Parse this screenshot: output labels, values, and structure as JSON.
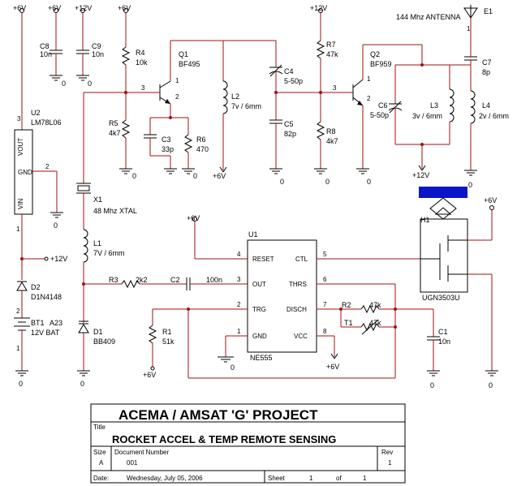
{
  "labels": {
    "supply_6v": "+6V",
    "supply_12v": "+12V",
    "gnd": "0",
    "c8": "C8",
    "c8_val": "10n",
    "c9": "C9",
    "c9_val": "10n",
    "r4": "R4",
    "r4_val": "10k",
    "r5": "R5",
    "r5_val": "4k7",
    "c3": "C3",
    "c3_val": "33p",
    "r6": "R6",
    "r6_val": "470",
    "q1": "Q1",
    "q1_val": "BF495",
    "l2": "L2",
    "l2_val": "7v / 6mm",
    "c4": "C4",
    "c4_val": "5-50p",
    "c5": "C5",
    "c5_val": "82p",
    "r7": "R7",
    "r7_val": "47k",
    "r8": "R8",
    "r8_val": "4k7",
    "q2": "Q2",
    "q2_val": "BF959",
    "c6": "C6",
    "c6_val": "5-50p",
    "l3": "L3",
    "l3_val": "3v / 6mm",
    "e1": "E1",
    "antenna": "144 Mhz ANTENNA",
    "c7": "C7",
    "c7_val": "8p",
    "l4": "L4",
    "l4_val": "2v / 6mm",
    "u2": "U2",
    "u2_val": "LM78L06",
    "u2_vout": "VOUT",
    "u2_gnd": "GND",
    "u2_vin": "VIN",
    "x1": "X1",
    "x1_val": "48 Mhz XTAL",
    "l1": "L1",
    "l1_val": "7V / 6mm",
    "d2": "D2",
    "d2_val": "D1N4148",
    "bt1": "BT1",
    "bt1_val": "A23",
    "bt1_desc": "12V BAT",
    "d1": "D1",
    "d1_val": "BB409",
    "r3": "R3",
    "r3_val": "2k2",
    "c2": "C2",
    "c2_val": "100n",
    "r1": "R1",
    "r1_val": "51k",
    "u1": "U1",
    "u1_val": "NE555",
    "u1_reset": "RESET",
    "u1_out": "OUT",
    "u1_trg": "TRG",
    "u1_gnd": "GND",
    "u1_ctl": "CTL",
    "u1_thrs": "THRS",
    "u1_disch": "DISCH",
    "u1_vcc": "VCC",
    "r2": "R2",
    "r2_val": "47k",
    "t1": "T1",
    "t1_val": "47k",
    "c1": "C1",
    "c1_val": "10n",
    "h1": "H1",
    "h1_val": "UGN3503U"
  },
  "title_block": {
    "project": "ACEMA / AMSAT  'G'  PROJECT",
    "title_label": "Title",
    "title": "ROCKET ACCEL & TEMP REMOTE  SENSING",
    "size_label": "Size",
    "size": "A",
    "docnum_label": "Document Number",
    "docnum": "001",
    "rev_label": "Rev",
    "rev": "1",
    "date_label": "Date:",
    "date": "Wednesday, July 05, 2006",
    "sheet_label": "Sheet",
    "sheet": "1",
    "of_label": "of",
    "sheet_total": "1"
  }
}
